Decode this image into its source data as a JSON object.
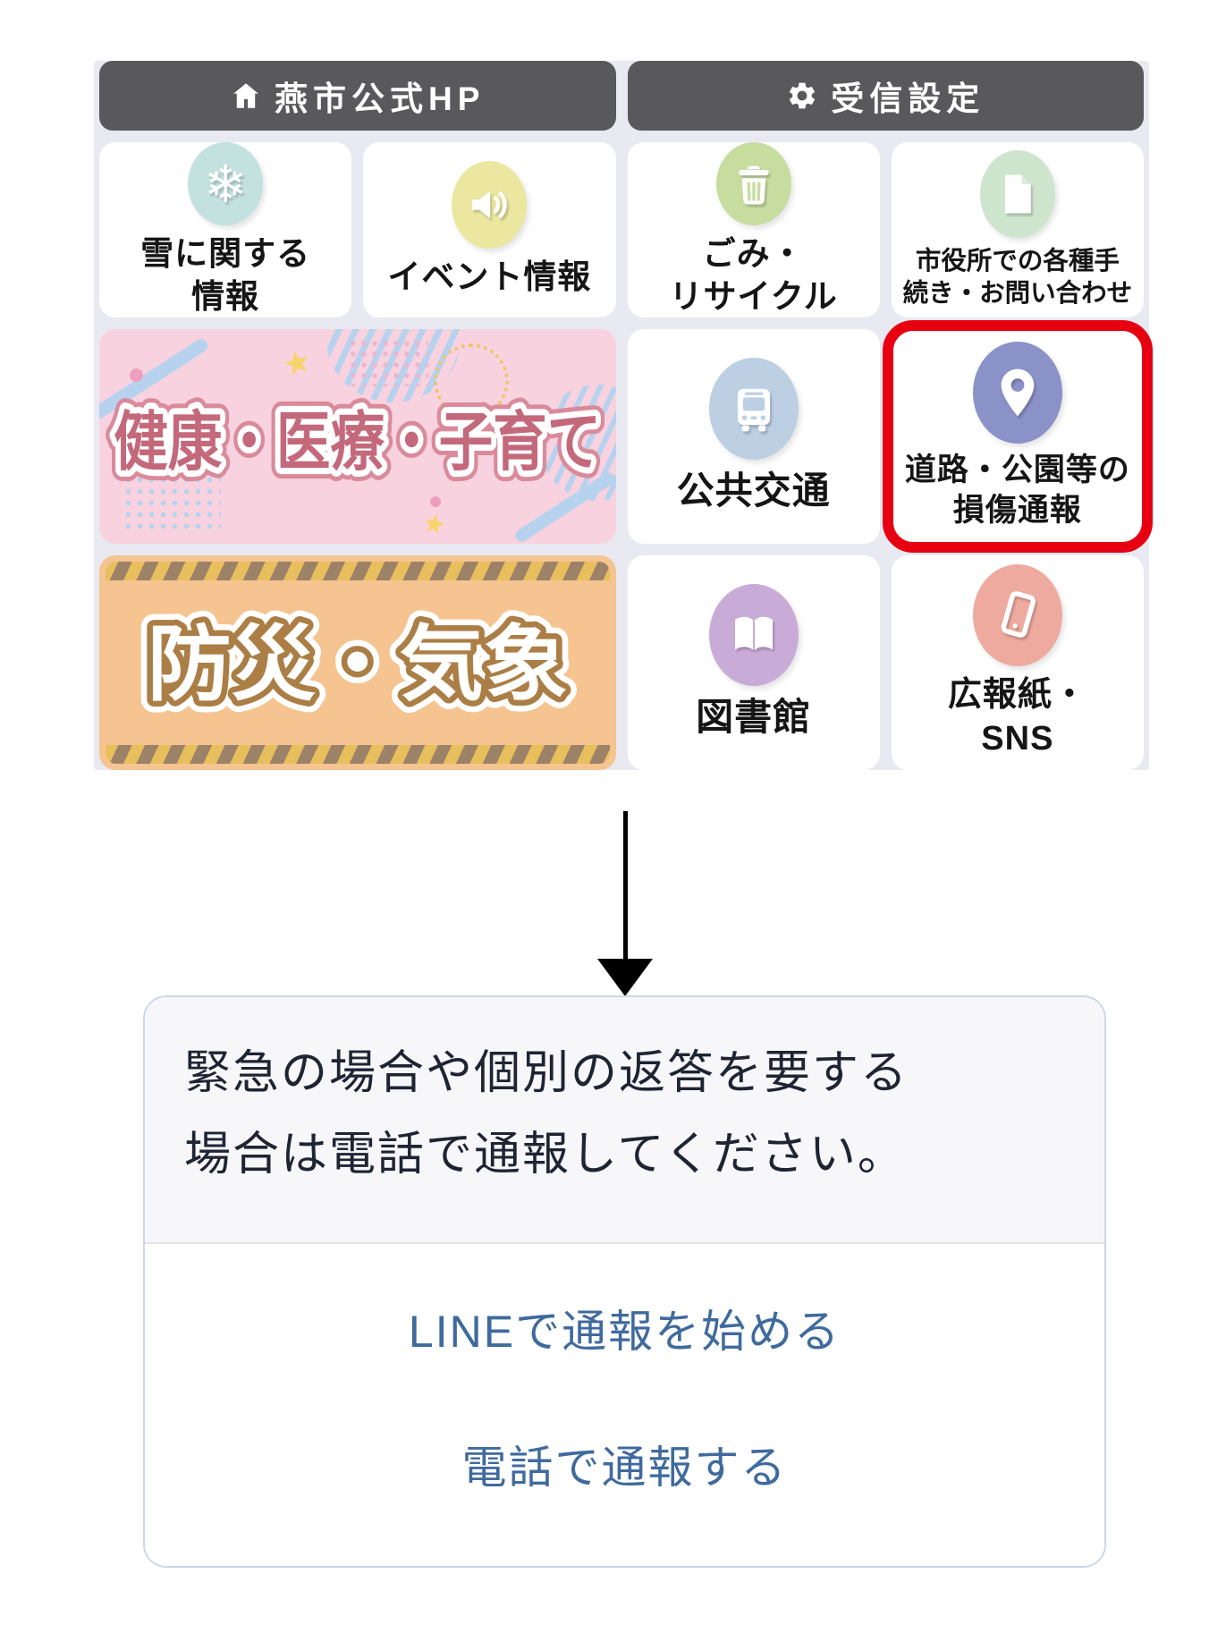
{
  "menu": {
    "header_left": {
      "label": "燕市公式HP",
      "icon": "home-icon"
    },
    "header_right": {
      "label": "受信設定",
      "icon": "gear-icon"
    },
    "cells": [
      {
        "id": "snow",
        "lines": [
          "雪に関する",
          "情報"
        ],
        "icon": "snowflake-icon",
        "circle_color": "#c3e1de"
      },
      {
        "id": "event",
        "lines": [
          "イベント情報"
        ],
        "icon": "megaphone-icon",
        "circle_color": "#ebe7a0"
      },
      {
        "id": "garbage",
        "lines": [
          "ごみ・",
          "リサイクル"
        ],
        "icon": "trash-icon",
        "circle_color": "#c7dda0"
      },
      {
        "id": "cityhall",
        "lines": [
          "市役所での各種手",
          "続き・お問い合わせ"
        ],
        "icon": "document-icon",
        "circle_color": "#cde4cd"
      },
      {
        "id": "transit",
        "lines": [
          "公共交通"
        ],
        "icon": "bus-icon",
        "circle_color": "#bccfe3"
      },
      {
        "id": "road-report",
        "lines": [
          "道路・公園等の",
          "損傷通報"
        ],
        "icon": "map-pin-icon",
        "circle_color": "#8a92c7",
        "highlighted": true,
        "highlight_color": "#e60012"
      },
      {
        "id": "library",
        "lines": [
          "図書館"
        ],
        "icon": "open-book-icon",
        "circle_color": "#c9abd8"
      },
      {
        "id": "sns",
        "lines": [
          "広報紙・",
          "SNS"
        ],
        "icon": "smartphone-icon",
        "circle_color": "#eeaa9e"
      }
    ],
    "banners": [
      {
        "id": "health",
        "label": "健康・医療・子育て",
        "bg_color": "#f8d2de",
        "text_color": "#c4697c"
      },
      {
        "id": "disaster",
        "label": "防災・気象",
        "bg_color": "#f5c491",
        "text_color": "#ffffff"
      }
    ],
    "header_bg_color": "#59595b",
    "menu_bg_color": "#e9e9f1"
  },
  "flow_arrow": {
    "direction": "down",
    "color": "#000000"
  },
  "dialog": {
    "message_lines": [
      "緊急の場合や個別の返答を要する",
      "場合は電話で通報してください。"
    ],
    "actions": [
      {
        "label": "LINEで通報を始める"
      },
      {
        "label": "電話で通報する"
      }
    ],
    "message_color": "#1f2433",
    "action_color": "#3f6a9d"
  }
}
